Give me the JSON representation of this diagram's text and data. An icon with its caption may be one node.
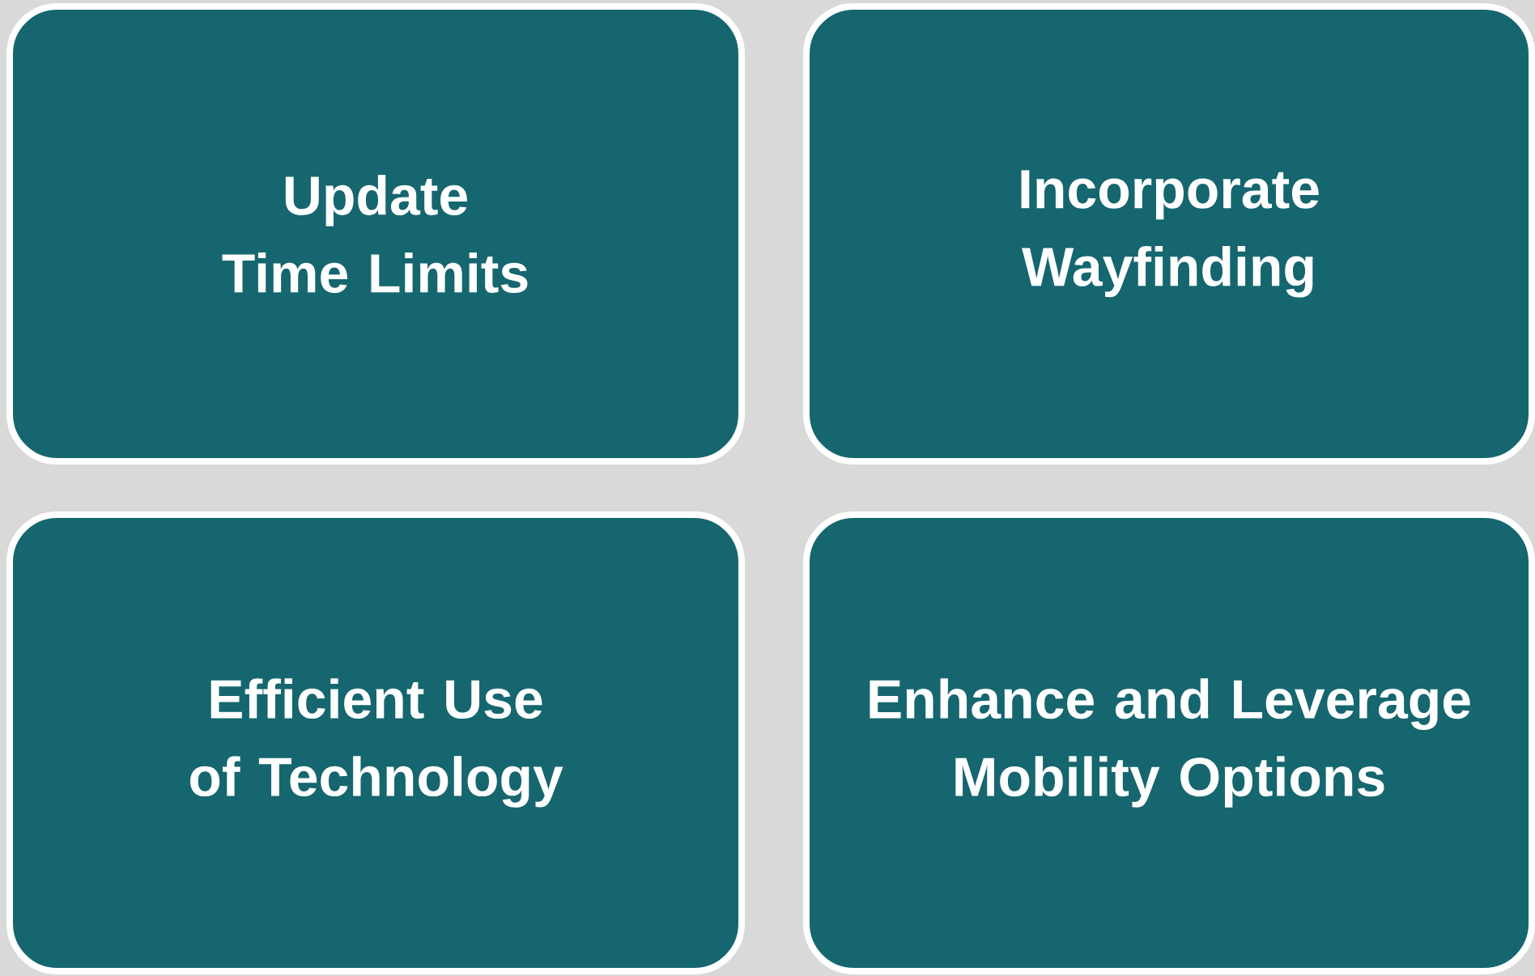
{
  "diagram": {
    "nodes": [
      {
        "text": [
          "Update Time Limits"
        ]
      },
      {
        "text": [
          "Incorporate Wayfinding"
        ]
      },
      {
        "text": [
          "Efficient Use of Technology"
        ]
      },
      {
        "text": [
          "Enhance and Leverage Mobility Options"
        ]
      }
    ]
  }
}
